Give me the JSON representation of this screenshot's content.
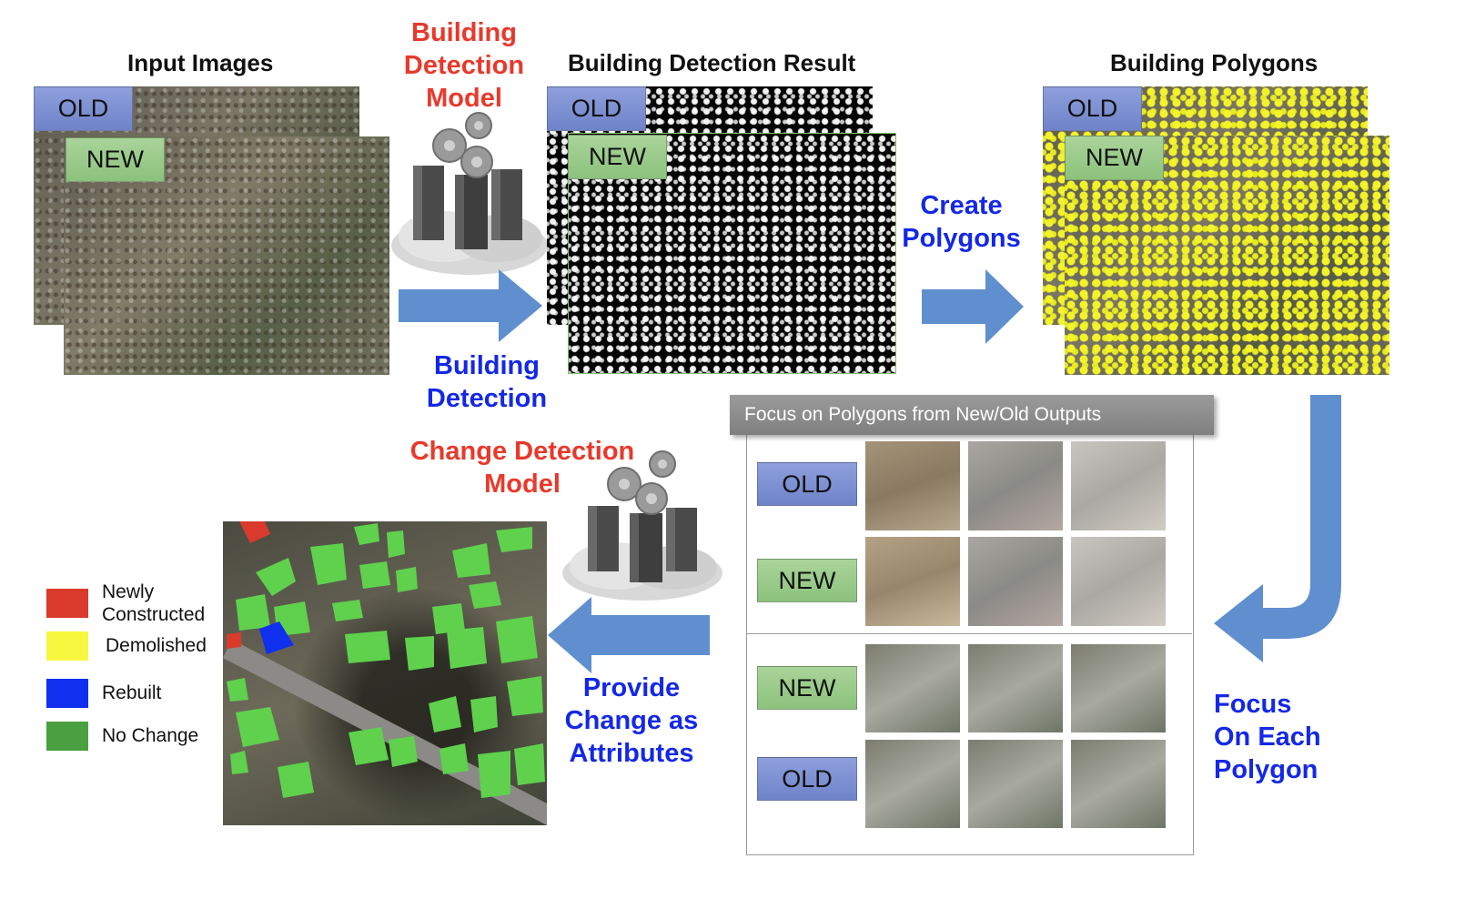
{
  "headings": {
    "input_images": "Input Images",
    "detection_result": "Building Detection Result",
    "polygons": "Building Polygons"
  },
  "models": {
    "building_model": [
      "Building",
      "Detection",
      "Model"
    ],
    "change_model": [
      "Change Detection",
      "Model"
    ]
  },
  "steps": {
    "building_detection": [
      "Building",
      "Detection"
    ],
    "create_polygons": [
      "Create",
      "Polygons"
    ],
    "focus_each_polygon": [
      "Focus",
      "On Each",
      "Polygon"
    ],
    "provide_change": [
      "Provide",
      "Change as",
      "Attributes"
    ]
  },
  "tags": {
    "old": "OLD",
    "new": "NEW"
  },
  "focus_panel": {
    "header": "Focus on Polygons from New/Old Outputs"
  },
  "legend": [
    {
      "label": "Newly\nConstructed",
      "color": "#d93a2b"
    },
    {
      "label": "Demolished",
      "color": "#f7f740"
    },
    {
      "label": "Rebuilt",
      "color": "#1030f0"
    },
    {
      "label": "No Change",
      "color": "#4aa040"
    }
  ],
  "colors": {
    "arrow": "#5f8fcf",
    "red_text": "#e8392b",
    "blue_text": "#1428e6",
    "old_tag": "#7b8fd1",
    "new_tag": "#98cb89",
    "no_change_polygon": "#5fd14d"
  },
  "icons": {
    "server": "server-cloud-gears-icon"
  }
}
